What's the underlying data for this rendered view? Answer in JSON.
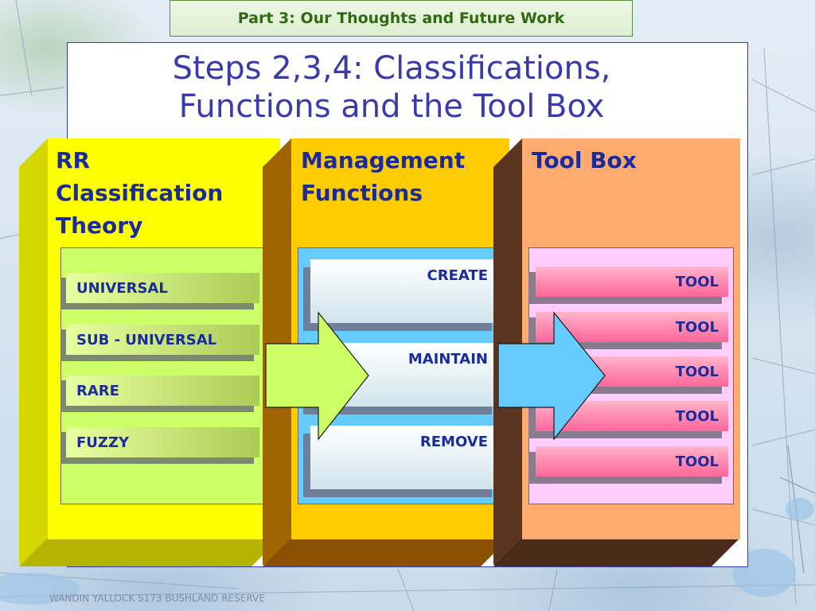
{
  "header": {
    "text": "Part 3: Our Thoughts and Future Work"
  },
  "title": {
    "line1": "Steps 2,3,4:  Classifications,",
    "line2": "Functions and the Tool Box"
  },
  "columns": {
    "classification": {
      "heading_lines": [
        "RR",
        "Classification",
        "Theory"
      ],
      "items": [
        "UNIVERSAL",
        "SUB - UNIVERSAL",
        "RARE",
        "FUZZY"
      ]
    },
    "management": {
      "heading_lines": [
        "Management",
        "Functions"
      ],
      "items": [
        "CREATE",
        "MAINTAIN",
        "REMOVE"
      ]
    },
    "toolbox": {
      "heading_lines": [
        "Tool Box"
      ],
      "items": [
        "TOOL",
        "TOOL",
        "TOOL",
        "TOOL",
        "TOOL"
      ]
    }
  },
  "background": {
    "map_label": "WANDIN YALLOCK S173 BUSHLAND RESERVE"
  },
  "colors": {
    "col1_face": "#ffff00",
    "col1_shade": "#cccc00",
    "col2_face": "#ffcc00",
    "col2_shade": "#995f00",
    "col3_face": "#ffaa6e",
    "col3_shade": "#5a3018",
    "heading_text": "#1a2c9c",
    "title_text": "#3a3aaa",
    "arrow_fill": "#ccff66",
    "toolbox_item": "#ff6699",
    "management_panel": "#66ccff"
  }
}
